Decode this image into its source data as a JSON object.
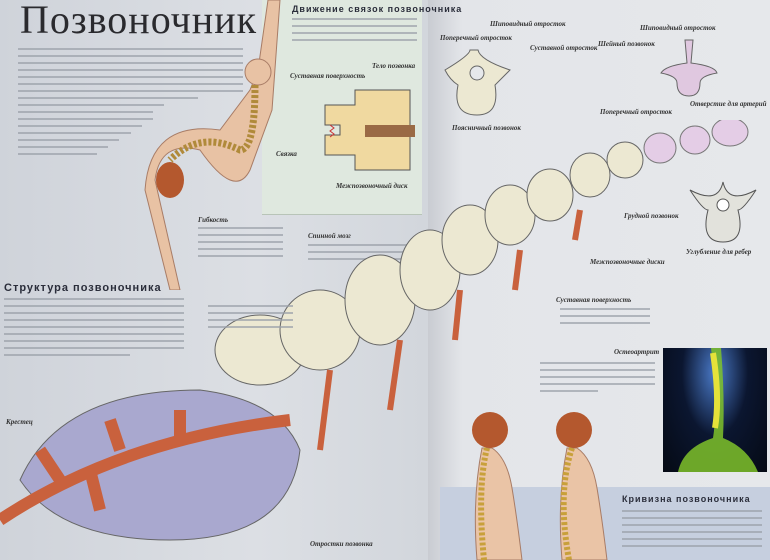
{
  "left_page": {
    "title": "Позвоночник",
    "ligament_panel": {
      "heading": "Движение связок позвоночника",
      "labels": {
        "articular_surface": "Суставная поверхность",
        "vertebral_body": "Тело позвонка",
        "ligament": "Связка",
        "disc": "Межпозвоночный диск"
      }
    },
    "flexibility": "Гибкость",
    "spinal_cord": "Спинной мозг",
    "structure_heading": "Структура позвоночника",
    "sacrum": "Крестец",
    "processes": "Отростки позвонка"
  },
  "right_page": {
    "lumbar": {
      "transverse": "Поперечный отросток",
      "spinous": "Шиповидный отросток",
      "articular": "Суставной отросток",
      "caption": "Поясничный позвонок"
    },
    "cervical": {
      "spinous": "Шиповидный отросток",
      "caption": "Шейный позвонок",
      "artery": "Отверстие для артерий",
      "transverse": "Поперечный отросток"
    },
    "thoracic": {
      "caption": "Грудной позвонок",
      "rib": "Углубление для ребер"
    },
    "discs": "Межпозвоночные диски",
    "articular_surface": "Суставная поверхность",
    "osteoarthritis": "Остеоартрит",
    "curvature_heading": "Кривизна позвоночника"
  },
  "colors": {
    "bone": "#ece8d2",
    "vessel": "#c9613d",
    "sacrum": "#a9a8cf",
    "skin": "#e8c2a4",
    "hair": "#b4582e"
  }
}
